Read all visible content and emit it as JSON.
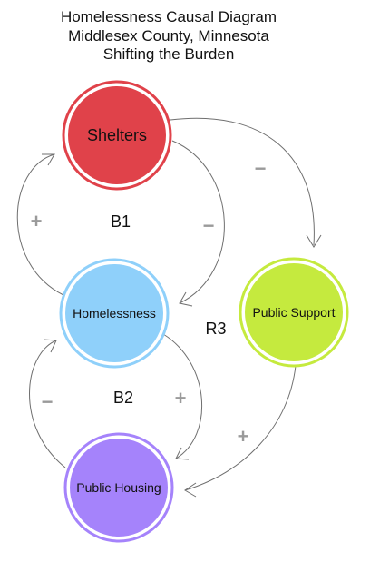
{
  "title": {
    "line1": "Homelessness Causal Diagram",
    "line2": "Middlesex County, Minnesota",
    "line3": "Shifting the Burden"
  },
  "nodes": {
    "shelters": {
      "label": "Shelters",
      "fill": "#e0424a",
      "ring": "#e0424a"
    },
    "homelessness": {
      "label": "Homelessness",
      "fill": "#8fd0fa",
      "ring": "#8fd0fa"
    },
    "public_support": {
      "label": "Public Support",
      "fill": "#c5ea3e",
      "ring": "#c5ea3e"
    },
    "public_housing": {
      "label": "Public Housing",
      "fill": "#a583fb",
      "ring": "#a583fb"
    }
  },
  "loops": {
    "b1": "B1",
    "b2": "B2",
    "r3": "R3"
  },
  "signs": {
    "homelessness_to_shelters": "+",
    "shelters_to_homelessness": "−",
    "shelters_to_public_support": "−",
    "homelessness_to_public_housing": "+",
    "public_housing_to_homelessness": "−",
    "public_support_to_public_housing": "+"
  }
}
